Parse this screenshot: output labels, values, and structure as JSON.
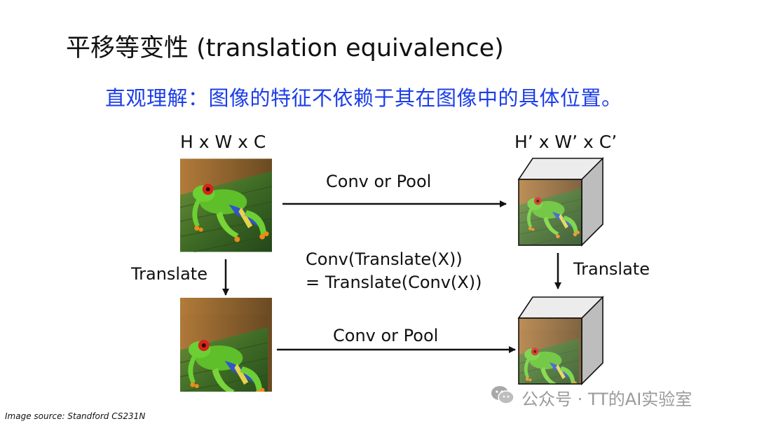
{
  "title": "平移等变性 (translation equivalence)",
  "subtitle": "直观理解：图像的特征不依赖于其在图像中的具体位置。",
  "diagram": {
    "input_dims": "H x W x C",
    "output_dims": "H’ x W’ x C’",
    "top_arrow_label": "Conv or Pool",
    "bottom_arrow_label": "Conv or Pool",
    "left_arrow_label": "Translate",
    "right_arrow_label": "Translate",
    "equation_line1": "Conv(Translate(X))",
    "equation_line2": "= Translate(Conv(X))"
  },
  "credit": "Image source: Standford CS231N",
  "watermark": {
    "text": "公众号 · TT的AI实验室",
    "icon": "wechat-icon"
  },
  "colors": {
    "title": "#111111",
    "subtitle": "#1c3ee8",
    "watermark": "#9a9a9a"
  }
}
